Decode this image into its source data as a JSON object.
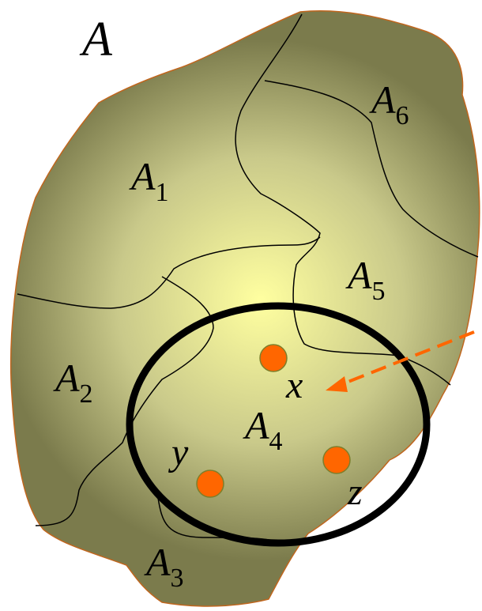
{
  "set_label": "A",
  "regions": [
    {
      "name": "A",
      "sub": "1"
    },
    {
      "name": "A",
      "sub": "2"
    },
    {
      "name": "A",
      "sub": "3"
    },
    {
      "name": "A",
      "sub": "4"
    },
    {
      "name": "A",
      "sub": "5"
    },
    {
      "name": "A",
      "sub": "6"
    }
  ],
  "points": [
    {
      "label": "x"
    },
    {
      "label": "y"
    },
    {
      "label": "z"
    }
  ],
  "colors": {
    "region_light": "#ffffa0",
    "region_dark": "#7b7b4c",
    "region_outline": "#c0661e",
    "point_fill": "#ff6600",
    "point_stroke": "#7e7e2b",
    "arrow": "#ff6600",
    "circle": "#000000"
  }
}
